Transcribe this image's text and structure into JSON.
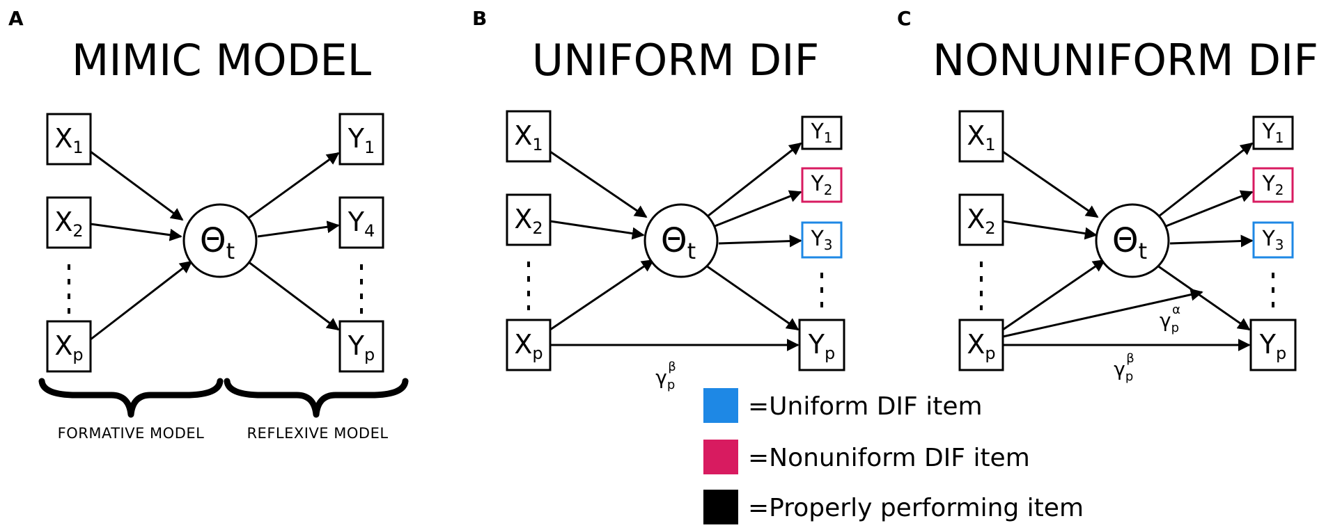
{
  "panels": [
    {
      "letter": "A",
      "title": "MIMIC MODEL",
      "x_labels": [
        [
          "X",
          "1"
        ],
        [
          "X",
          "2"
        ],
        [
          "X",
          "p"
        ]
      ],
      "theta": [
        "Θ",
        "t"
      ],
      "y_labels": [
        [
          "Y",
          "1"
        ],
        [
          "Y",
          "4"
        ],
        [
          "Y",
          "p"
        ]
      ],
      "captions": [
        "FORMATIVE MODEL",
        "REFLEXIVE MODEL"
      ]
    },
    {
      "letter": "B",
      "title": "UNIFORM DIF",
      "x_labels": [
        [
          "X",
          "1"
        ],
        [
          "X",
          "2"
        ],
        [
          "X",
          "p"
        ]
      ],
      "theta": [
        "Θ",
        "t"
      ],
      "y_labels": [
        [
          "Y",
          "1"
        ],
        [
          "Y",
          "2"
        ],
        [
          "Y",
          "3"
        ],
        [
          "Y",
          "p"
        ]
      ],
      "gamma_beta": [
        "γ",
        "p",
        "β"
      ]
    },
    {
      "letter": "C",
      "title": "NONUNIFORM DIF",
      "x_labels": [
        [
          "X",
          "1"
        ],
        [
          "X",
          "2"
        ],
        [
          "X",
          "p"
        ]
      ],
      "theta": [
        "Θ",
        "t"
      ],
      "y_labels": [
        [
          "Y",
          "1"
        ],
        [
          "Y",
          "2"
        ],
        [
          "Y",
          "3"
        ],
        [
          "Y",
          "p"
        ]
      ],
      "gamma_alpha": [
        "γ",
        "p",
        "α"
      ],
      "gamma_beta": [
        "γ",
        "p",
        "β"
      ]
    }
  ],
  "legend": [
    {
      "text": "=Uniform DIF item",
      "color": "#1e88e5"
    },
    {
      "text": "=Nonuniform DIF item",
      "color": "#d81b60"
    },
    {
      "text": "=Properly performing item",
      "color": "#000000"
    }
  ],
  "colors": {
    "uniform": "#1e88e5",
    "nonuniform": "#d81b60",
    "proper": "#000000"
  }
}
